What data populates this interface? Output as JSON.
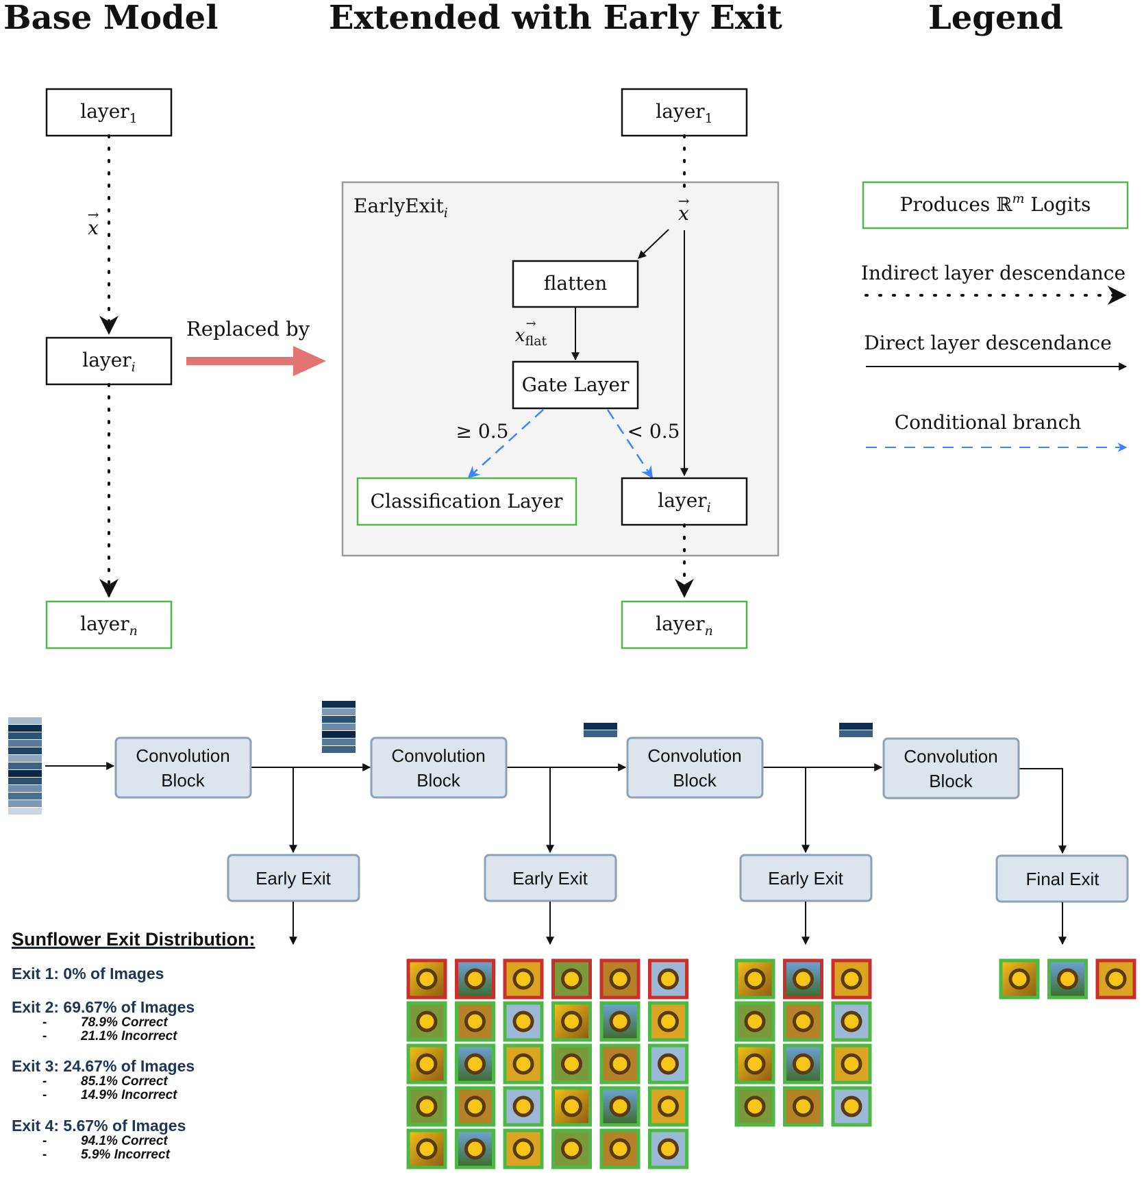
{
  "headings": {
    "base_model": "Base Model",
    "extended": "Extended with Early Exit",
    "legend": "Legend"
  },
  "base_model": {
    "layer_first": "layer",
    "layer_first_sub": "1",
    "layer_mid": "layer",
    "layer_mid_sub": "i",
    "layer_last": "layer",
    "layer_last_sub": "n",
    "x_label": "x"
  },
  "replaced_by": "Replaced by",
  "extended": {
    "layer_first": "layer",
    "layer_first_sub": "1",
    "early_exit_label": "EarlyExit",
    "early_exit_sub": "i",
    "x_label": "x",
    "flatten": "flatten",
    "x_flat_label": "x",
    "x_flat_sub": "flat",
    "gate_layer": "Gate Layer",
    "ge_label": "≥ 0.5",
    "lt_label": "< 0.5",
    "classification_layer": "Classification Layer",
    "layer_mid": "layer",
    "layer_mid_sub": "i",
    "layer_last": "layer",
    "layer_last_sub": "n"
  },
  "legend": {
    "logits_pre": "Produces ",
    "logits_r": "ℝ",
    "logits_m": "m",
    "logits_post": " Logits",
    "indirect": "Indirect layer descendance",
    "direct": "Direct layer descendance",
    "conditional": "Conditional branch"
  },
  "colors": {
    "green": "#4cb944",
    "red": "#c9302c",
    "blue_dashed": "#3a86ff",
    "arrow_red": "#e27471",
    "block_fill": "#dce5ee",
    "navy": "#1d3557"
  },
  "pipeline": {
    "blocks": [
      {
        "line1": "Convolution",
        "line2": "Block"
      },
      {
        "line1": "Convolution",
        "line2": "Block"
      },
      {
        "line1": "Convolution",
        "line2": "Block"
      },
      {
        "line1": "Convolution",
        "line2": "Block"
      }
    ],
    "exits": [
      "Early Exit",
      "Early Exit",
      "Early Exit",
      "Final Exit"
    ]
  },
  "distribution": {
    "title": "Sunflower Exit Distribution:",
    "exit1": "Exit 1: 0% of Images",
    "exit2": "Exit 2: 69.67% of Images",
    "exit2_correct": "78.9% Correct",
    "exit2_incorrect": "21.1% Incorrect",
    "exit3": "Exit 3: 24.67% of Images",
    "exit3_correct": "85.1% Correct",
    "exit3_incorrect": "14.9% Incorrect",
    "exit4": "Exit 4: 5.67% of Images",
    "exit4_correct": "94.1% Correct",
    "exit4_incorrect": "5.9% Incorrect",
    "dash": "-"
  },
  "thumbnails": {
    "exit2": [
      [
        "red",
        "red",
        "red",
        "red",
        "red",
        "red"
      ],
      [
        "green",
        "green",
        "green",
        "green",
        "green",
        "green"
      ],
      [
        "green",
        "green",
        "green",
        "green",
        "green",
        "green"
      ],
      [
        "green",
        "green",
        "green",
        "green",
        "green",
        "green"
      ],
      [
        "green",
        "green",
        "green",
        "green",
        "green",
        "green"
      ]
    ],
    "exit3": [
      [
        "green",
        "red",
        "red"
      ],
      [
        "green",
        "green",
        "green"
      ],
      [
        "green",
        "green",
        "green"
      ],
      [
        "green",
        "green",
        "green"
      ]
    ],
    "exit4": [
      [
        "green",
        "green",
        "red"
      ]
    ]
  }
}
